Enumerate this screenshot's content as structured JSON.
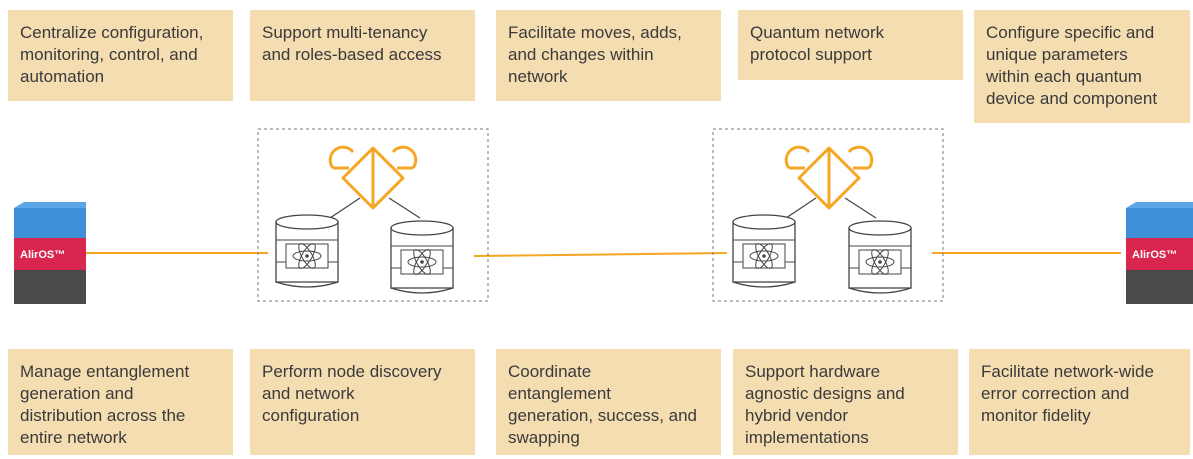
{
  "top_boxes": [
    "Centralize configuration,\nmonitoring, control, and\nautomation",
    "Support multi-tenancy\nand roles-based access",
    "Facilitate moves, adds,\nand changes within\nnetwork",
    "Quantum network\nprotocol support",
    "Configure specific and\nunique parameters\nwithin each quantum\ndevice and component"
  ],
  "bottom_boxes": [
    "Manage entanglement\ngeneration and\ndistribution across the\nentire network",
    "Perform node discovery\nand network\nconfiguration",
    "Coordinate\nentanglement\ngeneration, success, and\nswapping",
    "Support hardware\nagnostic designs and\nhybrid vendor\nimplementations",
    "Facilitate network-wide\nerror correction and\nmonitor fidelity"
  ],
  "alir_left": "AlirOS™",
  "alir_right": "AlirOS™",
  "colors": {
    "box_bg": "#f5ddb2",
    "orange": "#f5a623",
    "blue": "#3d8fd6",
    "red": "#d8264f",
    "dark": "#4a4a4a"
  }
}
